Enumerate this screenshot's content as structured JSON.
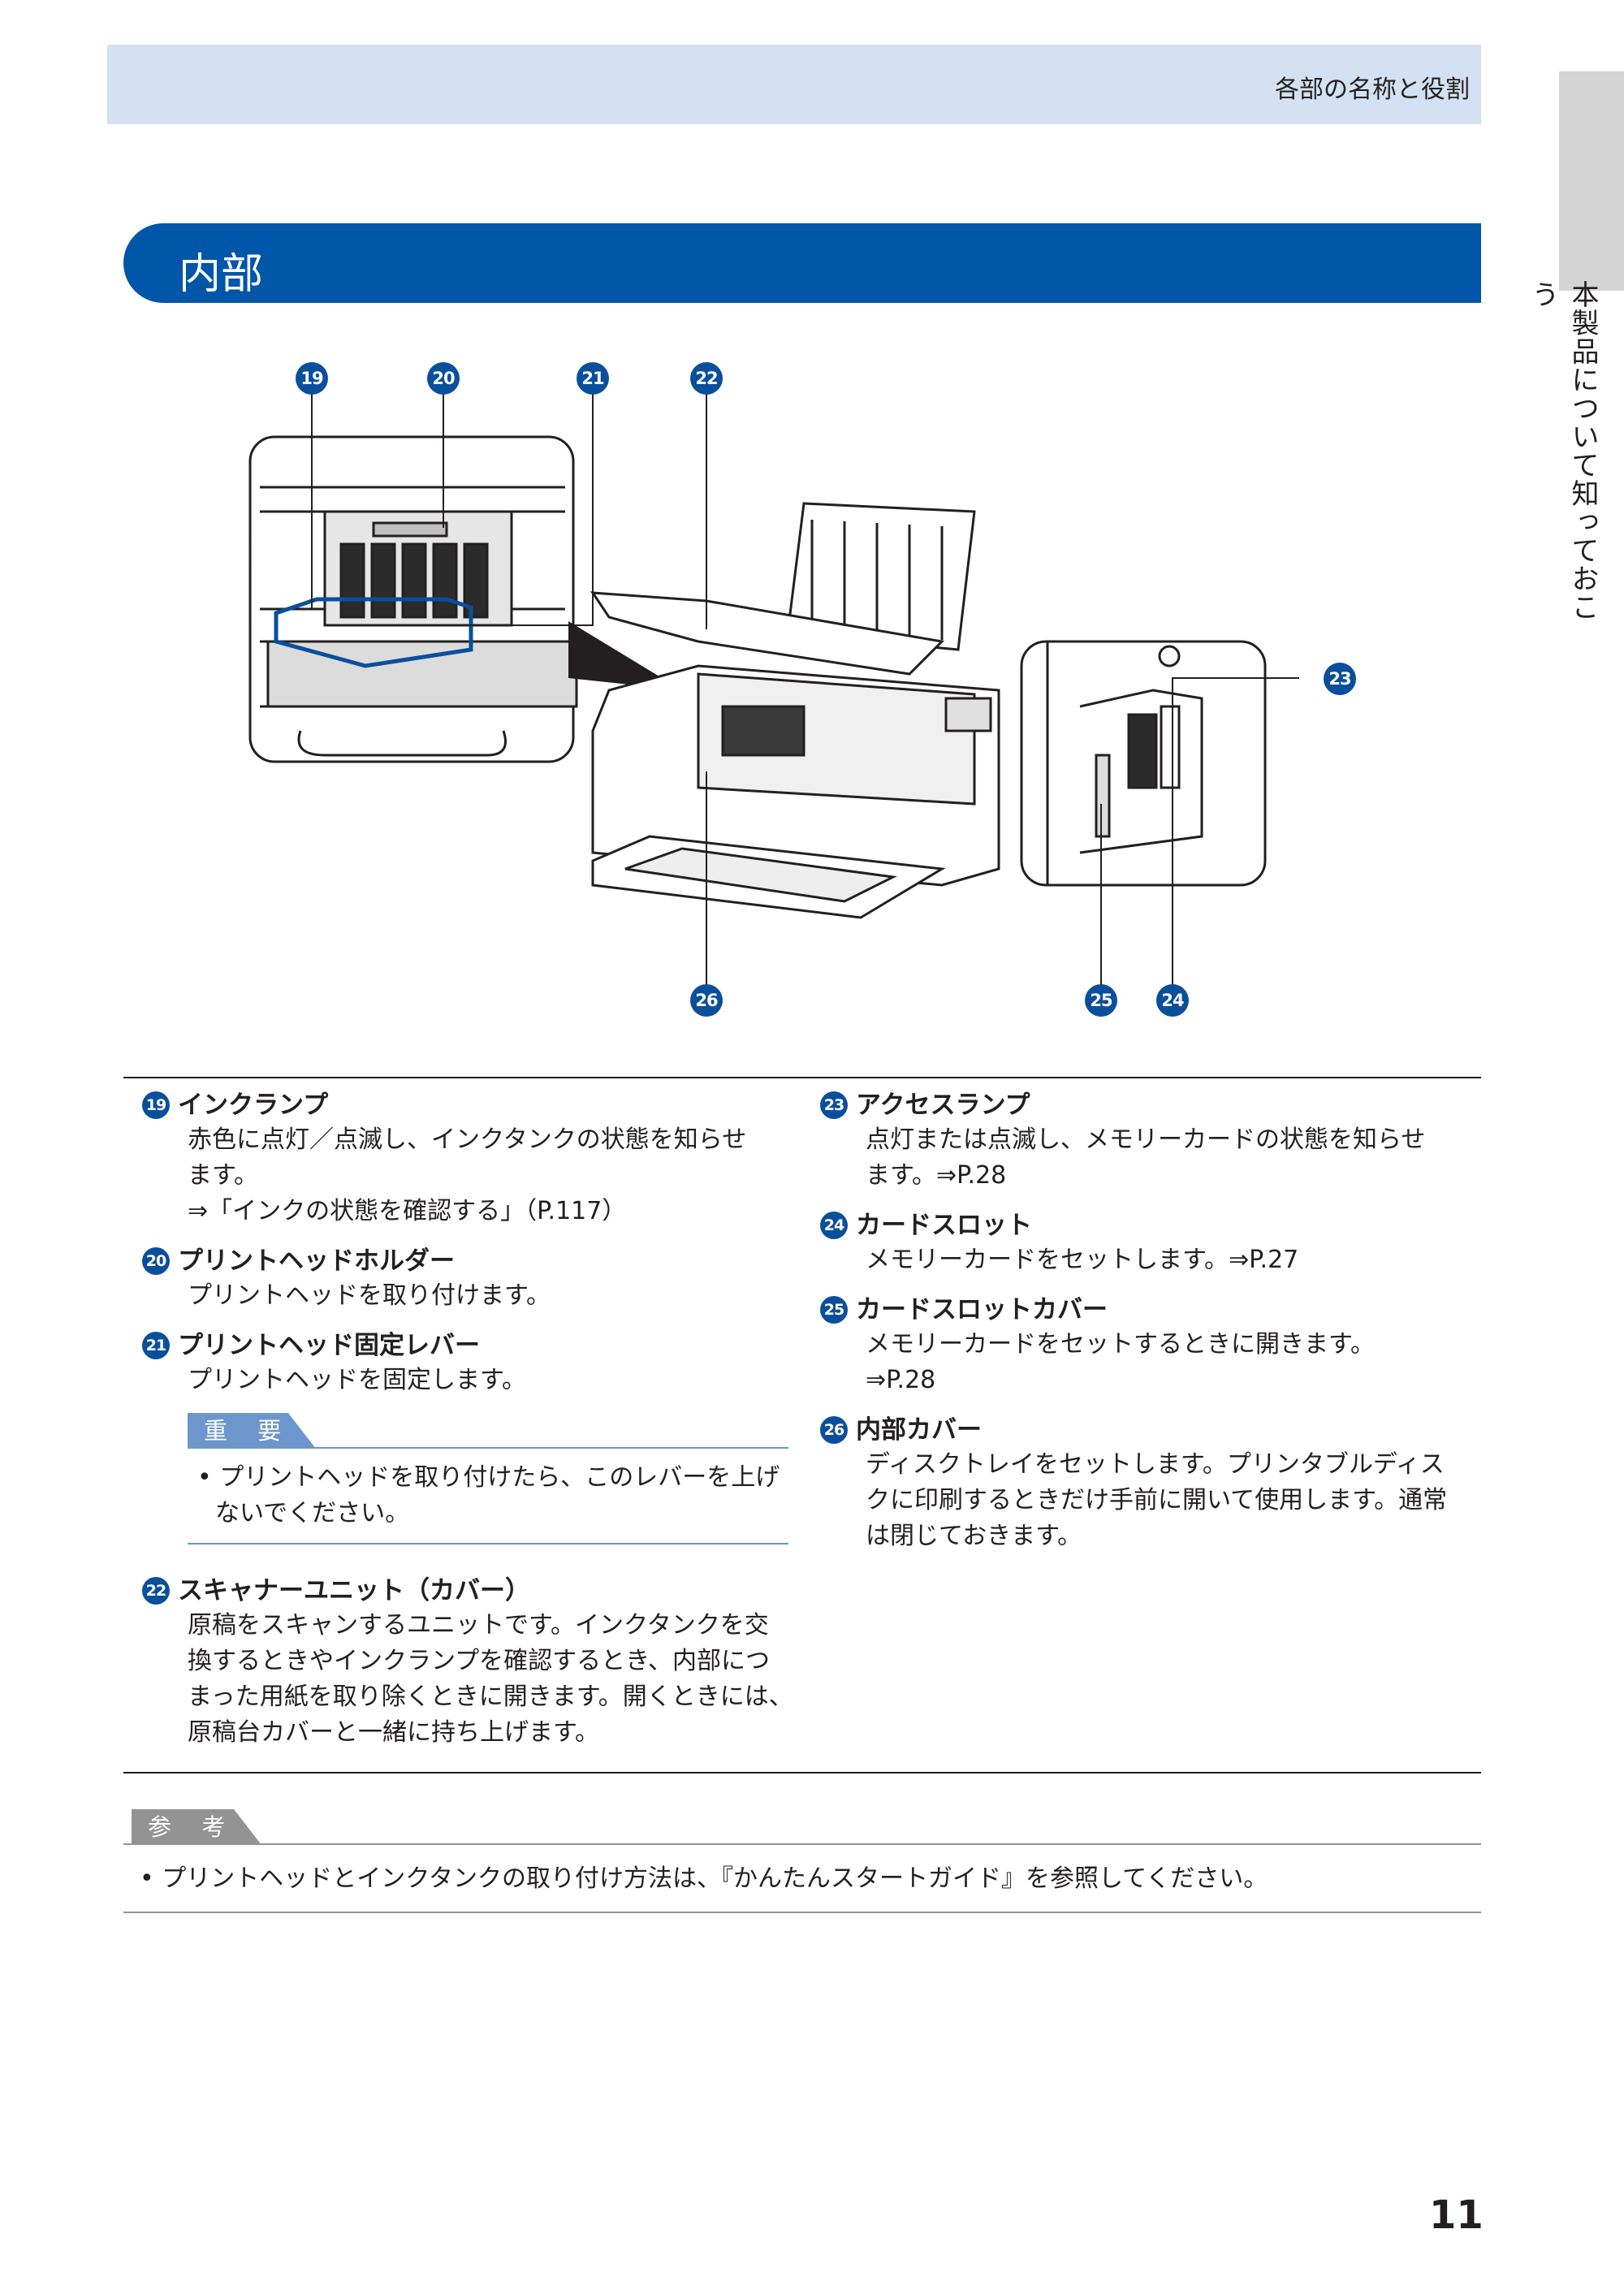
{
  "header": {
    "section_name": "各部の名称と役割"
  },
  "side": {
    "vertical_label": "本製品について知っておこう"
  },
  "title": "内部",
  "figure": {
    "callouts": [
      "19",
      "20",
      "21",
      "22",
      "23",
      "24",
      "25",
      "26"
    ]
  },
  "entries_left": [
    {
      "num": "19",
      "heading": "インクランプ",
      "lines": [
        "赤色に点灯／点滅し、インクタンクの状態を知らせ",
        "ます。",
        "⇒「インクの状態を確認する」（P.117）"
      ]
    },
    {
      "num": "20",
      "heading": "プリントヘッドホルダー",
      "lines": [
        "プリントヘッドを取り付けます。"
      ]
    },
    {
      "num": "21",
      "heading": "プリントヘッド固定レバー",
      "lines": [
        "プリントヘッドを固定します。"
      ]
    },
    {
      "num": "22",
      "heading": "スキャナーユニット（カバー）",
      "lines": [
        "原稿をスキャンするユニットです。インクタンクを交",
        "換するときやインクランプを確認するとき、内部につ",
        "まった用紙を取り除くときに開きます。開くときには、",
        "原稿台カバーと一緒に持ち上げます。"
      ]
    }
  ],
  "important": {
    "label": "重 要",
    "bullet": "•  プリントヘッドを取り付けたら、このレバーを上げないでください。"
  },
  "entries_right": [
    {
      "num": "23",
      "heading": "アクセスランプ",
      "lines": [
        "点灯または点滅し、メモリーカードの状態を知らせ",
        "ます。⇒P.28"
      ]
    },
    {
      "num": "24",
      "heading": "カードスロット",
      "lines": [
        "メモリーカードをセットします。⇒P.27"
      ]
    },
    {
      "num": "25",
      "heading": "カードスロットカバー",
      "lines": [
        "メモリーカードをセットするときに開きます。",
        "⇒P.28"
      ]
    },
    {
      "num": "26",
      "heading": "内部カバー",
      "lines": [
        "ディスクトレイをセットします。プリンタブルディス",
        "クに印刷するときだけ手前に開いて使用します。通常",
        "は閉じておきます。"
      ]
    }
  ],
  "reference": {
    "label": "参 考",
    "bullet": "•  プリントヘッドとインクタンクの取り付け方法は、『かんたんスタートガイド』を参照してください。"
  },
  "page_number": "11",
  "colors": {
    "accent_blue": "#0056a8",
    "header_band": "#d3e1f2",
    "badge_blue": "#0a4f9c",
    "important_blue": "#6d96cd",
    "reference_gray": "#939393"
  }
}
